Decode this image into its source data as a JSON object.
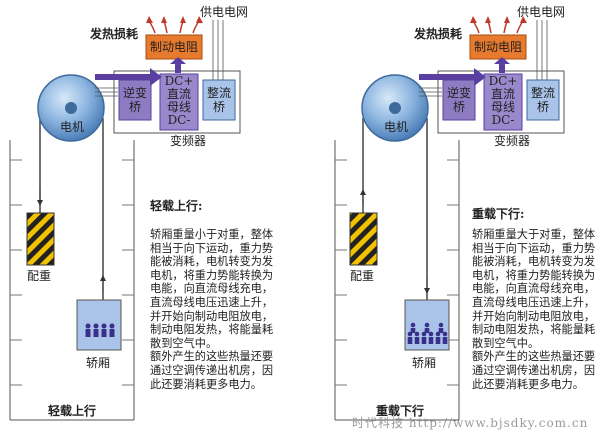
{
  "panels": [
    {
      "id": "light-load",
      "grid_label": "供电电网",
      "heat_label": "发热损耗",
      "brake_resistor": "制动电阻",
      "inverter": [
        "逆变",
        "桥"
      ],
      "dc_bus": [
        "DC+",
        "直流",
        "母线",
        "DC-"
      ],
      "rectifier": [
        "整流",
        "桥"
      ],
      "converter_label": "变频器",
      "motor_label": "电机",
      "counterweight_label": "配重",
      "car_label": "轿厢",
      "heading": "轻载上行:",
      "description": [
        "轿厢重量小于对重，整体",
        "相当于向下运动，重力势",
        "能被消耗，电机转变为发",
        "电机，将重力势能转换为",
        "电能，向直流母线充电，",
        "直流母线电压迅速上升，",
        "并开始向制动电阻放电，",
        "制动电阻发热，将能量耗",
        "散到空气中。",
        "额外产生的这些热量还要",
        "通过空调传递出机房，因",
        "此还要消耗更多电力。"
      ],
      "caption": "轻载上行"
    },
    {
      "id": "heavy-load",
      "grid_label": "供电电网",
      "heat_label": "发热损耗",
      "brake_resistor": "制动电阻",
      "inverter": [
        "逆变",
        "桥"
      ],
      "dc_bus": [
        "DC+",
        "直流",
        "母线",
        "DC-"
      ],
      "rectifier": [
        "整流",
        "桥"
      ],
      "converter_label": "变频器",
      "motor_label": "电机",
      "counterweight_label": "配重",
      "car_label": "轿厢",
      "heading": "重载下行:",
      "description": [
        "轿厢重量大于对重，整体",
        "相当于向下运动，重力势",
        "能被消耗，电机转变为发",
        "电机，将重力势能转换为",
        "电能，向直流母线充电，",
        "直流母线电压迅速上升，",
        "并开始向制动电阻放电，",
        "制动电阻发热，将能量耗",
        "散到空气中。",
        "额外产生的这些热量还要",
        "通过空调传递出机房，因",
        "此还要消耗更多电力。"
      ],
      "caption": "重载下行"
    }
  ],
  "watermark": "时代科技 http://www.bjsdky.com.cn",
  "colors": {
    "brake_resistor": "#e87a2d",
    "inverter": "#8e7cc3",
    "dc_bus": "#9a88cc",
    "rectifier": "#a9c4e8",
    "arrow": "#5a3fa0",
    "heat_arrow": "#c0392b",
    "car": "#a9c4e8",
    "passenger": "#3a2f8a",
    "hazard_yellow": "#f2c200",
    "hazard_dark": "#222222",
    "motor": "#6fa3d8"
  },
  "icons": [
    "heat-arrow-icon",
    "energy-flow-arrow-icon",
    "motor-pulley-icon",
    "hazard-stripe-icon",
    "passenger-icon"
  ]
}
